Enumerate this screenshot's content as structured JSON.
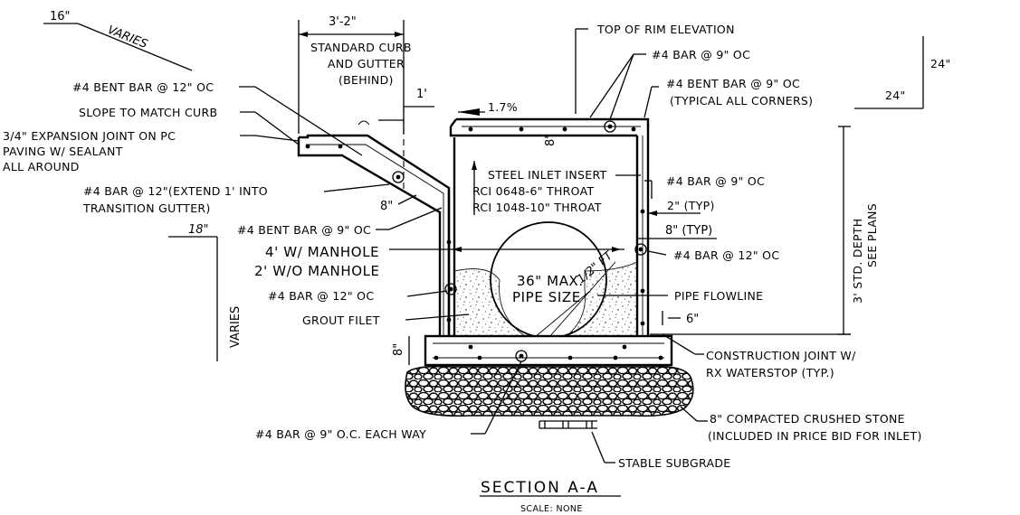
{
  "labels": {
    "dim_16": "16\"",
    "varies_top": "VARIES",
    "dim_3_2": "3'-2\"",
    "std_curb_1": "STANDARD CURB",
    "std_curb_2": "AND GUTTER",
    "std_curb_3": "(BEHIND)",
    "dim_1ft": "1'",
    "bent_bar_12": "#4 BENT BAR @ 12\" OC",
    "slope_curb": "SLOPE TO MATCH CURB",
    "exp_joint_1": "3/4\" EXPANSION JOINT ON PC",
    "exp_joint_2": "PAVING W/ SEALANT",
    "exp_joint_3": "ALL AROUND",
    "bar12_extend_1": "#4 BAR @ 12\"(EXTEND 1' INTO",
    "bar12_extend_2": "TRANSITION GUTTER)",
    "dim_8in_gutter": "8\"",
    "dim_18": "18\"",
    "bent_bar_9": "#4 BENT BAR @ 9\" OC",
    "manhole_1": "4' W/ MANHOLE",
    "manhole_2": "2' W/O MANHOLE",
    "bar12_left": "#4 BAR @ 12\" OC",
    "grout": "GROUT FILET",
    "varies_left": "VARIES",
    "dim_8in_base": "8\"",
    "top_rim": "TOP OF RIM ELEVATION",
    "bar9_top": "#4 BAR @ 9\" OC",
    "bent9_corners_1": "#4 BENT BAR @ 9\" OC",
    "bent9_corners_2": "(TYPICAL ALL CORNERS)",
    "slope_pct": "1.7%",
    "dim_8in_top": "8\"",
    "steel_insert": "STEEL INLET INSERT",
    "rci_0648": "RCI 0648-6\" THROAT",
    "rci_1048": "RCI 1048-10\" THROAT",
    "bar9_right": "#4 BAR @ 9\" OC",
    "dim_2_typ": "2\" (TYP)",
    "dim_8_typ": "8\" (TYP)",
    "bar12_right": "#4 BAR @ 12\" OC",
    "pipe_max_1": "36\" MAX.",
    "pipe_max_2": "PIPE SIZE",
    "half_ft": "1/2\" FT",
    "pipe_flowline": "PIPE FLOWLINE",
    "dim_6in": "6\"",
    "dim_24_a": "24\"",
    "dim_24_b": "24\"",
    "depth_1": "3' STD. DEPTH",
    "depth_2": "SEE PLANS",
    "const_joint_1": "CONSTRUCTION JOINT W/",
    "const_joint_2": "RX WATERSTOP (TYP.)",
    "bar9_each": "#4 BAR @ 9\" O.C. EACH WAY",
    "stone_1": "8\" COMPACTED CRUSHED STONE",
    "stone_2": "(INCLUDED IN PRICE BID FOR INLET)",
    "subgrade": "STABLE SUBGRADE",
    "section_title": "SECTION A-A",
    "scale_note": "SCALE: NONE"
  }
}
